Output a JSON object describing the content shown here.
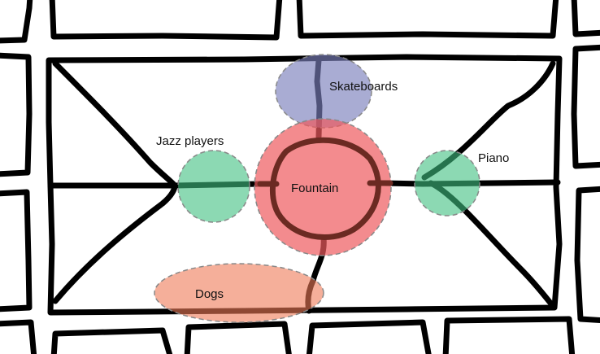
{
  "diagram": {
    "zones": [
      {
        "id": "skateboards",
        "label": "Skateboards",
        "color": "#7b7fbb"
      },
      {
        "id": "fountain",
        "label": "Fountain",
        "color": "#ee5a5e"
      },
      {
        "id": "jazz",
        "label": "Jazz players",
        "color": "#3fbf80"
      },
      {
        "id": "piano",
        "label": "Piano",
        "color": "#3fbf80"
      },
      {
        "id": "dogs",
        "label": "Dogs",
        "color": "#ee7a57"
      }
    ],
    "fountain_path_color": "#6b2a22"
  }
}
